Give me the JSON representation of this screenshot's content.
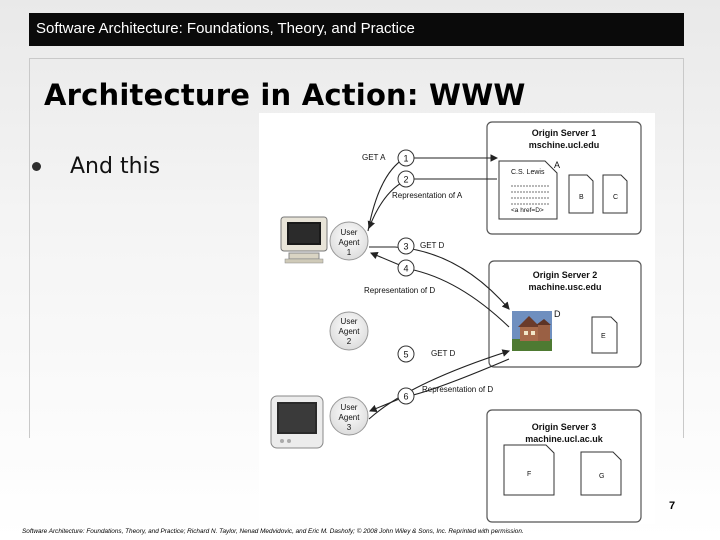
{
  "header": {
    "text": "Software Architecture: Foundations, Theory, and Practice"
  },
  "title": "Architecture in Action: WWW",
  "bullet": {
    "text": "And this"
  },
  "diagram": {
    "servers": [
      {
        "title": "Origin Server 1",
        "host": "mschine.ucl.edu"
      },
      {
        "title": "Origin Server 2",
        "host": "machine.usc.edu"
      },
      {
        "title": "Origin Server 3",
        "host": "machine.ucl.ac.uk"
      }
    ],
    "agents": [
      {
        "line1": "User",
        "line2": "Agent",
        "line3": "1"
      },
      {
        "line1": "User",
        "line2": "Agent",
        "line3": "2"
      },
      {
        "line1": "User",
        "line2": "Agent",
        "line3": "3"
      }
    ],
    "steps": [
      "1",
      "2",
      "3",
      "4",
      "5",
      "6"
    ],
    "messages": {
      "get_a": "GET A",
      "rep_a": "Representation of A",
      "get_d_1": "GET D",
      "rep_d_1": "Representation of D",
      "get_d_2": "GET D",
      "rep_d_2": "Representation of D"
    },
    "docs": {
      "doc_a_label": "A",
      "doc_a_heading": "C.S. Lewis",
      "doc_a_link": "<a href=D>",
      "doc_b": "B",
      "doc_c": "C",
      "doc_d": "D",
      "doc_e": "E",
      "doc_f": "F",
      "doc_g": "G"
    }
  },
  "page_number": "7",
  "footer": "Software Architecture: Foundations, Theory, and Practice; Richard N. Taylor, Nenad Medvidovic, and Eric M. Dashofy; © 2008 John Wiley & Sons, Inc. Reprinted with permission."
}
